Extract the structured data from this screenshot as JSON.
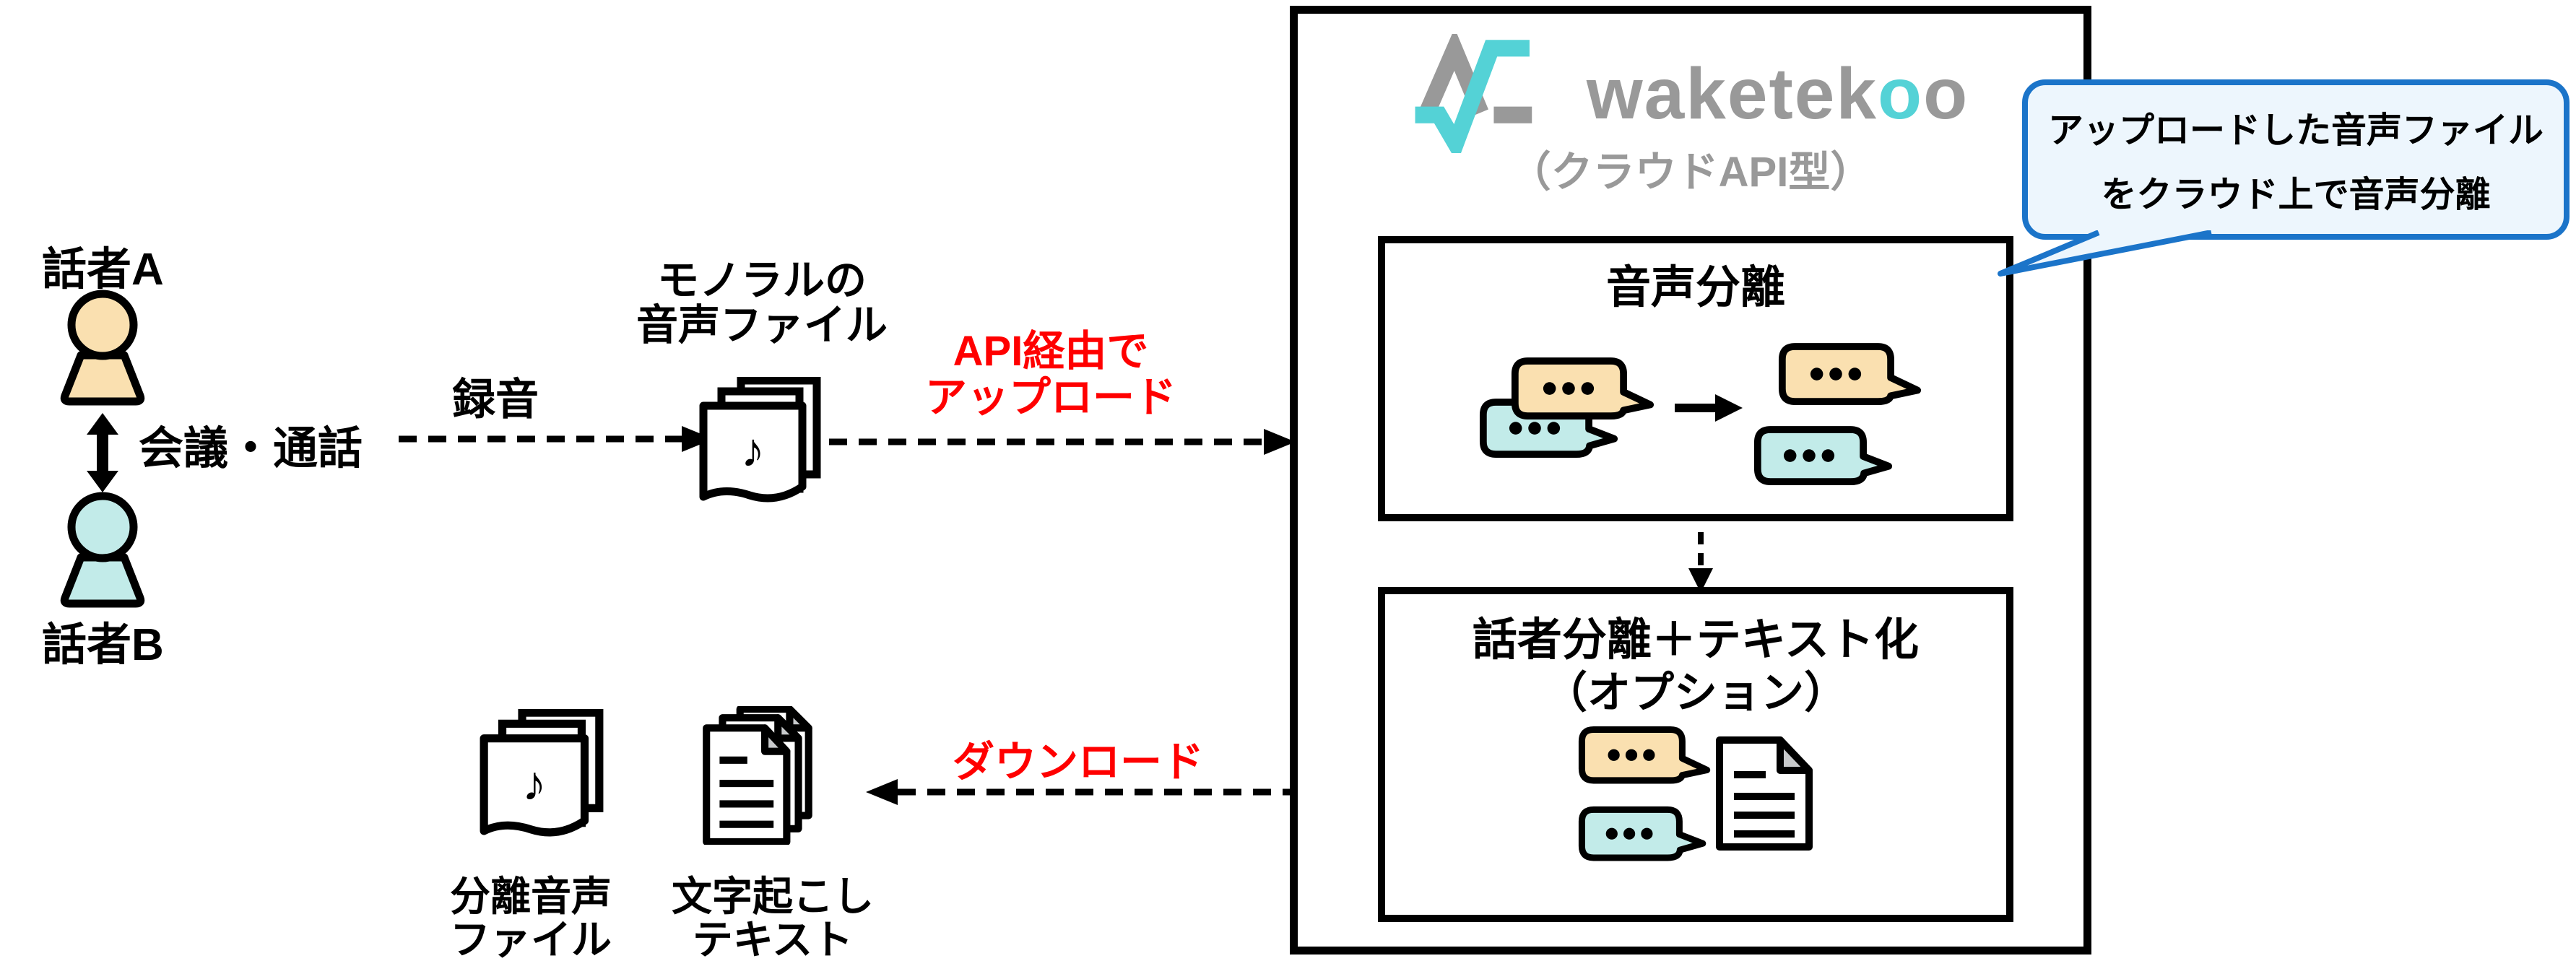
{
  "diagram": {
    "speakers": {
      "a": "話者A",
      "b": "話者B"
    },
    "meeting_call": "会議・通話",
    "recording": "録音",
    "mono_file": {
      "line1": "モノラルの",
      "line2": "音声ファイル"
    },
    "upload": {
      "line1": "API経由で",
      "line2": "アップロード"
    },
    "download": "ダウンロード",
    "outputs": {
      "separated_audio": {
        "line1": "分離音声",
        "line2": "ファイル"
      },
      "transcript": {
        "line1": "文字起こし",
        "line2": "テキスト"
      }
    }
  },
  "service": {
    "logo": {
      "part1": "waketek",
      "accent": "o",
      "part2": "o"
    },
    "type": "（クラウドAPI型）",
    "separation": {
      "title": "音声分離"
    },
    "diarization": {
      "title": "話者分離＋テキスト化",
      "option": "（オプション）"
    }
  },
  "callout": {
    "line1": "アップロードした音声ファイル",
    "line2": "をクラウド上で音声分離"
  },
  "icons": {
    "music_note": "♪"
  },
  "colors": {
    "accent_teal": "#54D2D6",
    "logo_gray": "#999999",
    "highlight_red": "#FF0000",
    "callout_blue": "#1B74C9",
    "option_blue": "#1B6FC4",
    "bubble_orange": "#FAE0B0",
    "bubble_cyan": "#C2EBE9"
  }
}
